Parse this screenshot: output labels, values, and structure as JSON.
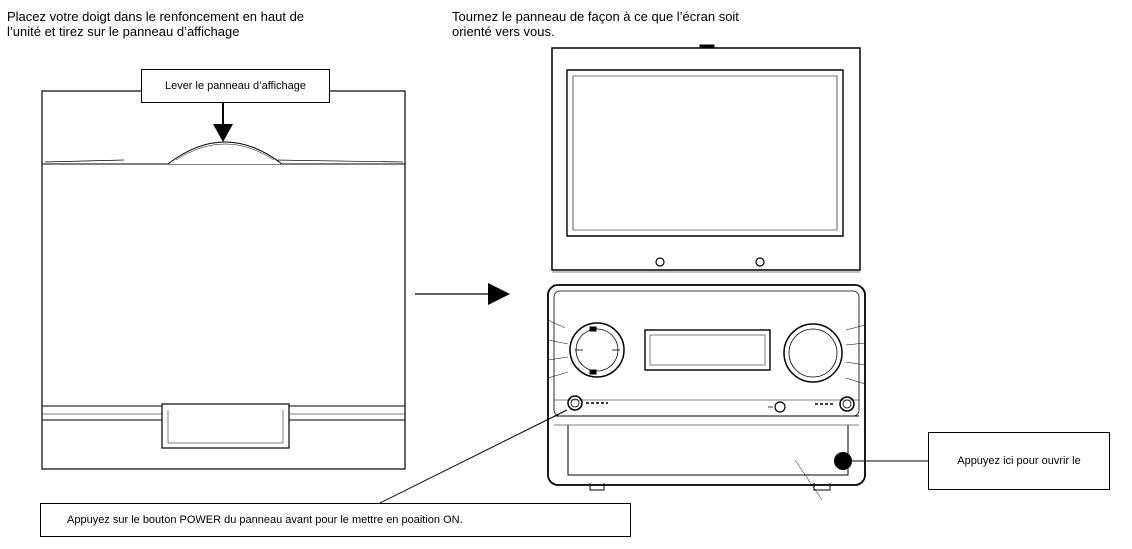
{
  "instructions": {
    "step1_line1": "Placez votre doigt dans le renfoncement en haut de",
    "step1_line2": "l’unité et tirez sur le panneau d’affichage",
    "step2_line1": "Tournez le panneau de façon à ce que l’écran soit",
    "step2_line2": "orienté vers vous."
  },
  "callouts": {
    "lift_panel": "Lever le panneau d’affichage",
    "open_tray": "Appuyez ici pour ouvrir le",
    "power_button": "Appuyez sur le bouton POWER du panneau avant pour le mettre en poaition ON."
  }
}
